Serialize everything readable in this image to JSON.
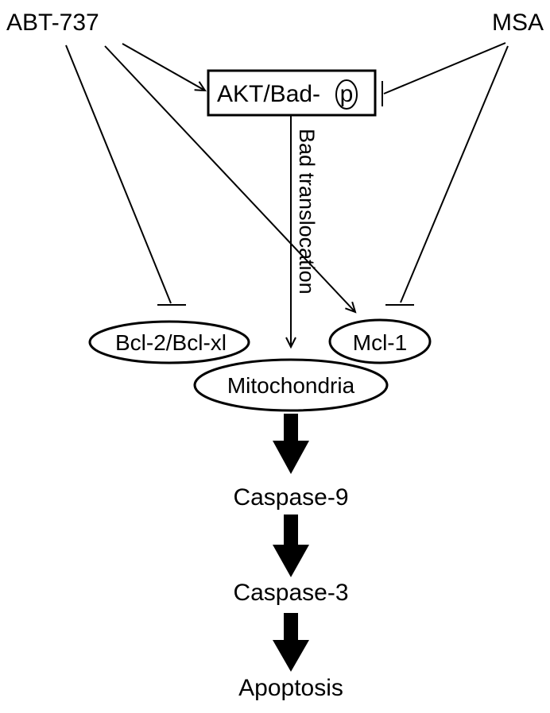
{
  "diagram": {
    "drugs": {
      "abt737": "ABT-737",
      "msa": "MSA"
    },
    "nodes": {
      "akt_bad": "AKT/Bad-",
      "phospho": "p",
      "bcl2": "Bcl-2/Bcl-xl",
      "mcl1": "Mcl-1",
      "mito": "Mitochondria",
      "casp9": "Caspase-9",
      "casp3": "Caspase-3",
      "apoptosis": "Apoptosis"
    },
    "edge_labels": {
      "bad_translocation": "Bad translocation"
    }
  }
}
